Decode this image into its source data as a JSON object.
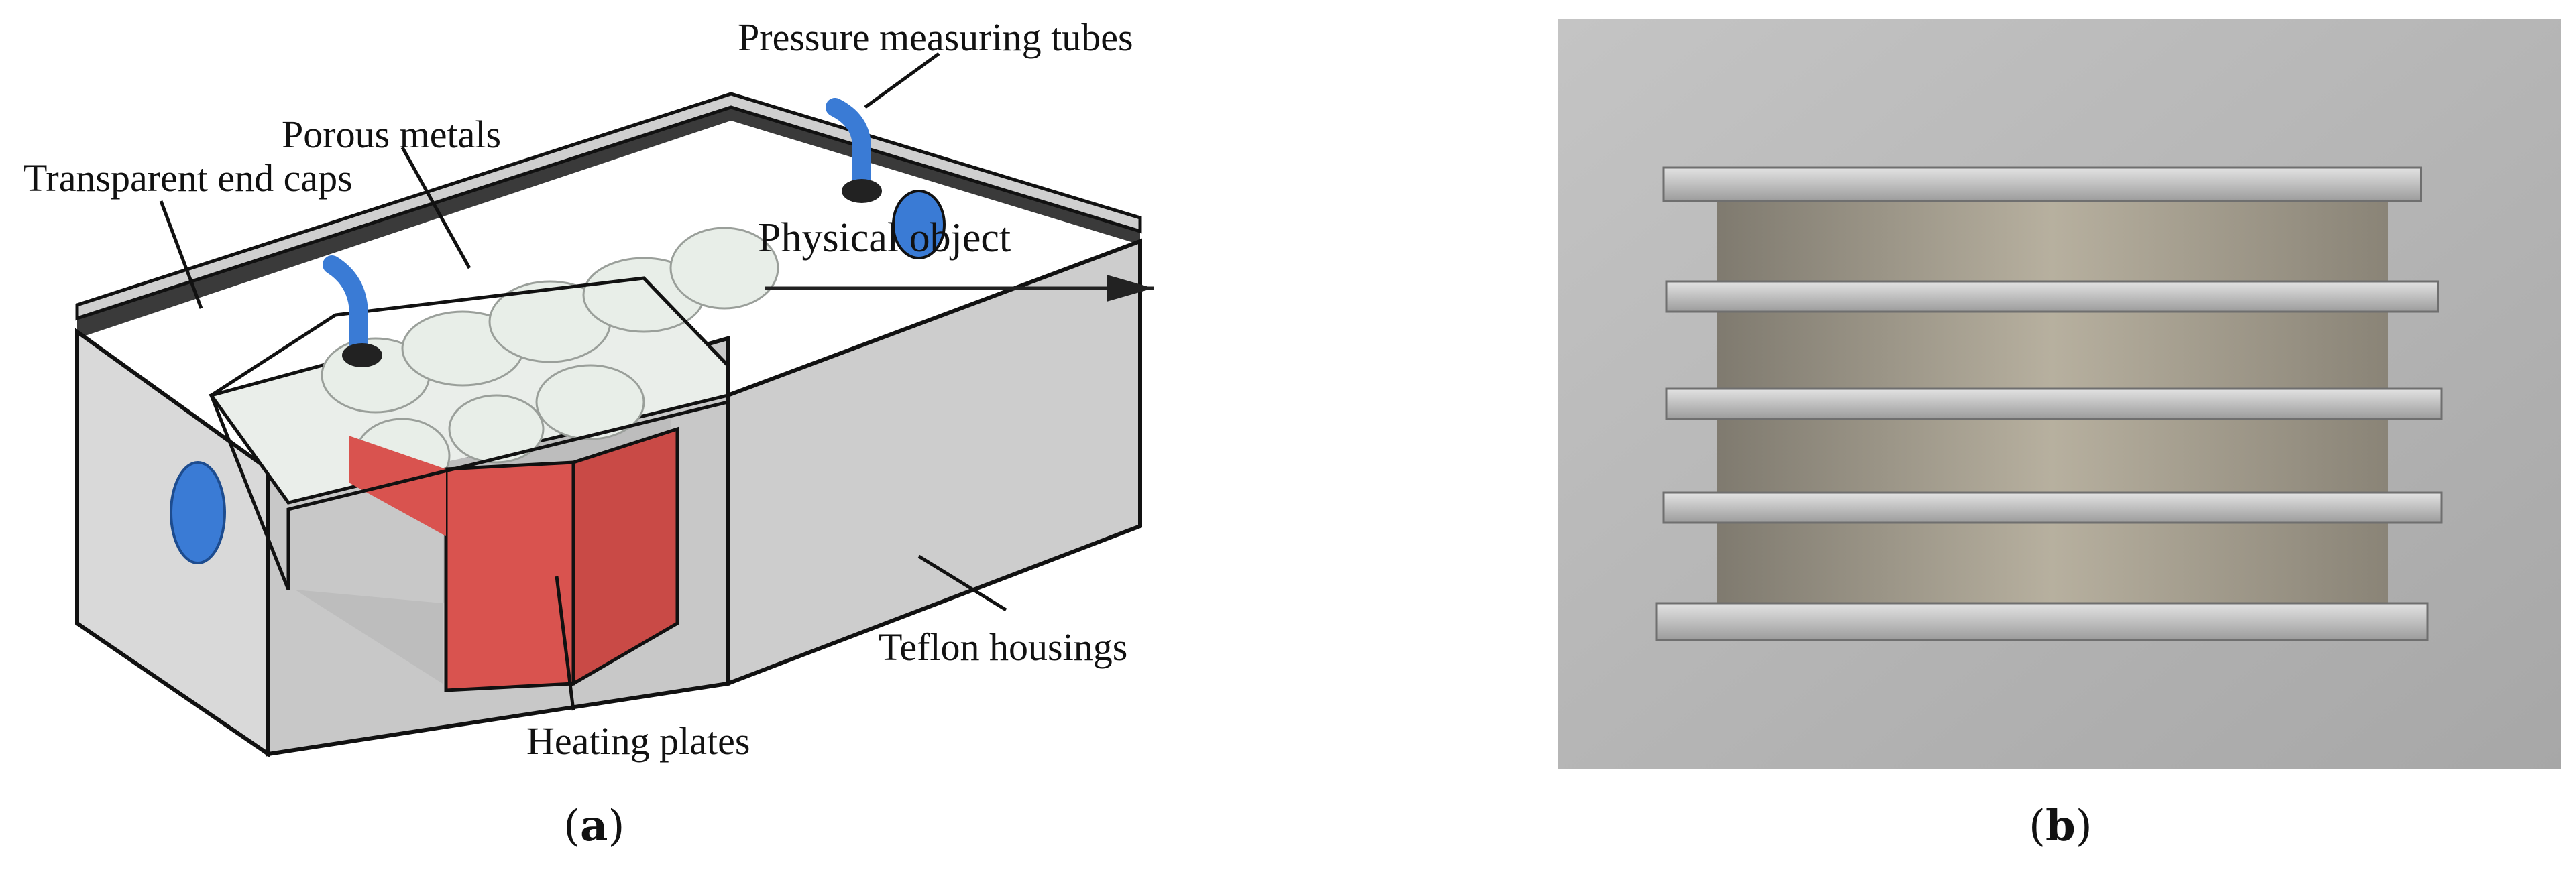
{
  "figure": {
    "panel_a": {
      "caption_letter": "a",
      "labels": {
        "pressure_tubes": "Pressure measuring tubes",
        "porous_metals": "Porous metals",
        "end_caps": "Transparent end caps",
        "physical_object": "Physical object",
        "teflon": "Teflon housings",
        "heating": "Heating plates"
      },
      "colors": {
        "housing": "#d4d4d4",
        "cap_band": "#3a3a3a",
        "heater": "#d9534f",
        "tube": "#3a7bd5",
        "metal": "#e8eee8"
      }
    },
    "panel_b": {
      "caption_letter": "b",
      "colors": {
        "background": "#b9b9b9",
        "fin": "#c9c9c9",
        "core": "#9c9587"
      }
    }
  }
}
